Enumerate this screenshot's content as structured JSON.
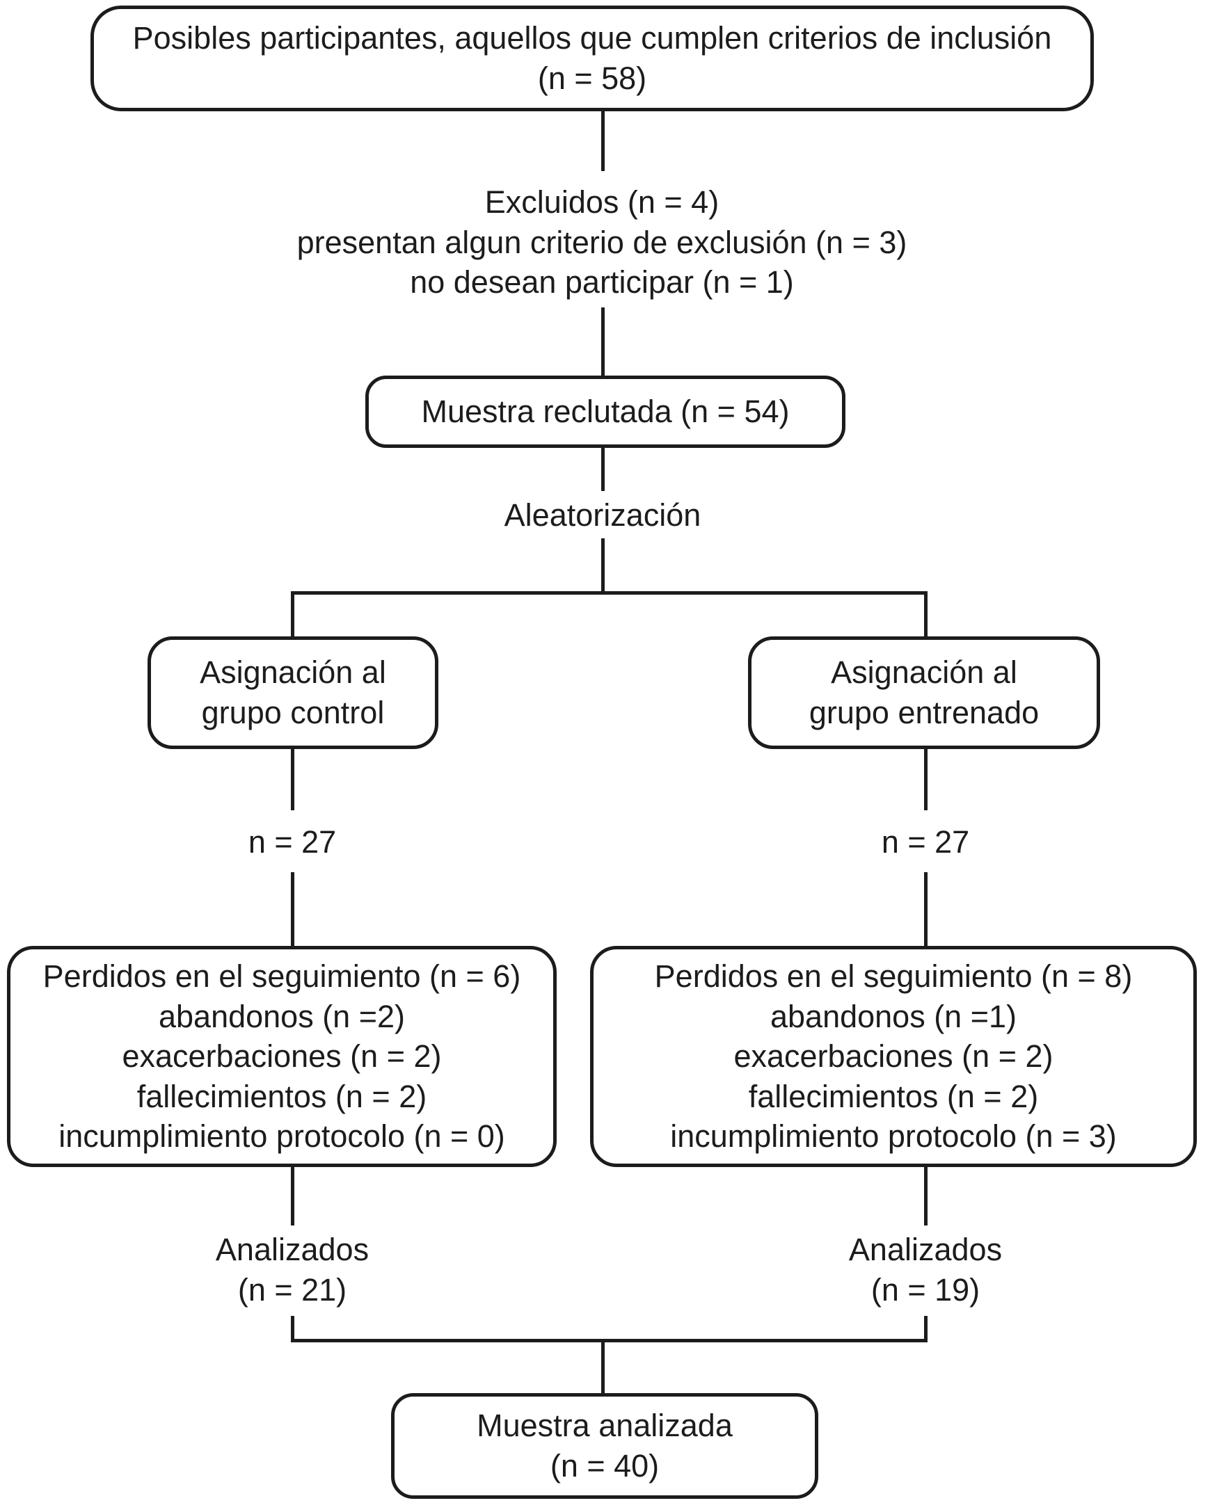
{
  "flow": {
    "eligible": {
      "line1": "Posibles participantes, aquellos que cumplen criterios de inclusión",
      "line2": "(n = 58)"
    },
    "excluded": {
      "line1": "Excluidos (n = 4)",
      "line2": "presentan algun criterio de exclusión (n = 3)",
      "line3": "no desean participar (n = 1)"
    },
    "recruited": {
      "label": "Muestra reclutada (n = 54)"
    },
    "randomization": {
      "label": "Aleatorización"
    },
    "control": {
      "assign_line1": "Asignación al",
      "assign_line2": "grupo control",
      "n_label": "n = 27",
      "lost_line1": "Perdidos en el seguimiento (n = 6)",
      "lost_line2": "abandonos (n =2)",
      "lost_line3": "exacerbaciones (n = 2)",
      "lost_line4": "fallecimientos (n = 2)",
      "lost_line5": "incumplimiento protocolo (n = 0)",
      "analyzed_line1": "Analizados",
      "analyzed_line2": "(n = 21)"
    },
    "trained": {
      "assign_line1": "Asignación al",
      "assign_line2": "grupo entrenado",
      "n_label": "n = 27",
      "lost_line1": "Perdidos en el seguimiento (n = 8)",
      "lost_line2": "abandonos (n =1)",
      "lost_line3": "exacerbaciones (n = 2)",
      "lost_line4": "fallecimientos (n = 2)",
      "lost_line5": "incumplimiento protocolo (n = 3)",
      "analyzed_line1": "Analizados",
      "analyzed_line2": "(n = 19)"
    },
    "final": {
      "line1": "Muestra analizada",
      "line2": "(n = 40)"
    },
    "colors": {
      "line": "#1c1c1c",
      "background": "#ffffff"
    }
  }
}
